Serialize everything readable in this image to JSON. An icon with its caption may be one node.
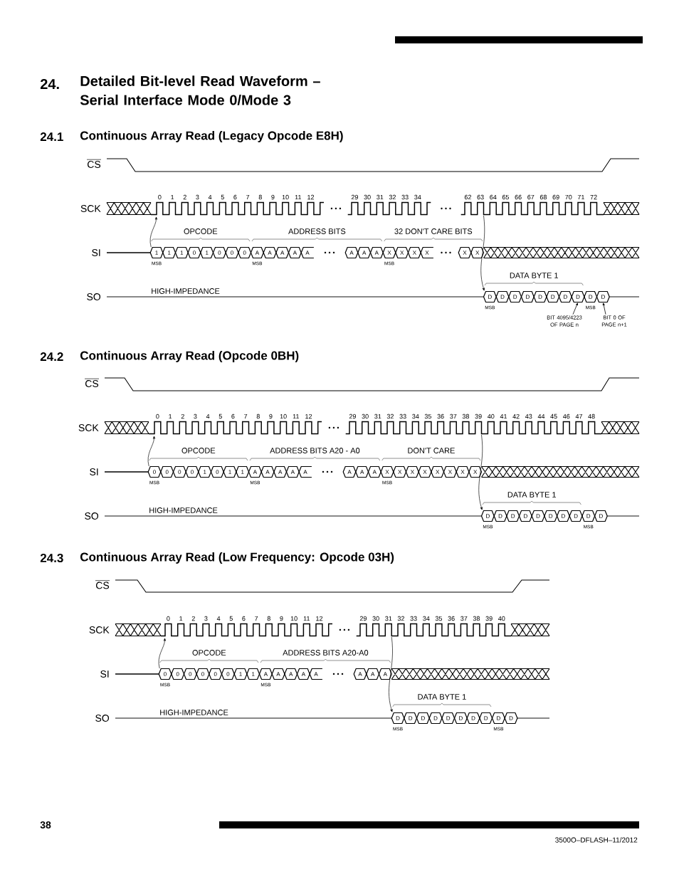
{
  "diagram": {
    "title": "Detailed Bit-level Read Waveform – Serial Interface Mode 0/Mode 3",
    "nodes": [
      {
        "text": [
          "BIT 4095/4223 OF PAGE n"
        ]
      },
      {
        "text": [
          "BIT 0 OF PAGE n+1"
        ]
      },
      {
        "text": [
          "D"
        ]
      },
      {
        "text": [
          "D"
        ]
      }
    ],
    "edges": [
      {
        "from": 0,
        "to": 2,
        "arrow": "to"
      },
      {
        "from": 1,
        "to": 3,
        "arrow": "to"
      }
    ],
    "labels": [
      "24.",
      "24.1",
      "Continuous Array Read (Legacy Opcode E8H)",
      "CS",
      "0",
      "1",
      "2",
      "3",
      "4",
      "5",
      "6",
      "7",
      "8",
      "9",
      "10",
      "11",
      "12",
      "29",
      "30",
      "31",
      "32",
      "33",
      "34",
      "62",
      "63",
      "64",
      "65",
      "66",
      "67",
      "68",
      "69",
      "70",
      "71",
      "72",
      "SCK",
      "OPCODE",
      "ADDRESS BITS",
      "32 DON'T CARE BITS",
      "SI",
      "1",
      "1",
      "1",
      "0",
      "1",
      "0",
      "0",
      "0",
      "A",
      "A",
      "A",
      "A",
      "A",
      "A",
      "A",
      "A",
      "X",
      "X",
      "X",
      "X",
      "X",
      "X",
      "MSB",
      "MSB",
      "MSB",
      "DATA BYTE 1",
      "HIGH-IMPEDANCE",
      "SO",
      "D",
      "D",
      "D",
      "D",
      "D",
      "D",
      "D",
      "D",
      "MSB",
      "MSB",
      "24.2",
      "Continuous Array Read (Opcode 0BH)",
      "CS",
      "0",
      "1",
      "2",
      "3",
      "4",
      "5",
      "6",
      "7",
      "8",
      "9",
      "10",
      "11",
      "12",
      "29",
      "30",
      "31",
      "32",
      "33",
      "34",
      "35",
      "36",
      "37",
      "38",
      "39",
      "40",
      "41",
      "42",
      "43",
      "44",
      "45",
      "46",
      "47",
      "48",
      "SCK",
      "OPCODE",
      "ADDRESS BITS A20 - A0",
      "DON'T CARE",
      "SI",
      "0",
      "0",
      "0",
      "0",
      "1",
      "0",
      "1",
      "1",
      "A",
      "A",
      "A",
      "A",
      "A",
      "A",
      "A",
      "A",
      "X",
      "X",
      "X",
      "X",
      "X",
      "X",
      "X",
      "X",
      "MSB",
      "MSB",
      "MSB",
      "DATA BYTE 1",
      "HIGH-IMPEDANCE",
      "SO",
      "D",
      "D",
      "D",
      "D",
      "D",
      "D",
      "D",
      "D",
      "D",
      "D",
      "MSB",
      "MSB",
      "24.3",
      "Continuous Array Read (Low Frequency: Opcode 03H)",
      "CS",
      "0",
      "1",
      "2",
      "3",
      "4",
      "5",
      "6",
      "7",
      "8",
      "9",
      "10",
      "11",
      "12",
      "29",
      "30",
      "31",
      "32",
      "33",
      "34",
      "35",
      "36",
      "37",
      "38",
      "39",
      "40",
      "SCK",
      "OPCODE",
      "ADDRESS BITS A20-A0",
      "SI",
      "0",
      "0",
      "0",
      "0",
      "0",
      "0",
      "1",
      "1",
      "A",
      "A",
      "A",
      "A",
      "A",
      "A",
      "A",
      "A",
      "MSB",
      "MSB",
      "DATA BYTE 1",
      "HIGH-IMPEDANCE",
      "SO",
      "D",
      "D",
      "D",
      "D",
      "D",
      "D",
      "D",
      "D",
      "D",
      "D",
      "MSB",
      "MSB",
      "38",
      "3500O–DFLASH–11/2012"
    ]
  }
}
